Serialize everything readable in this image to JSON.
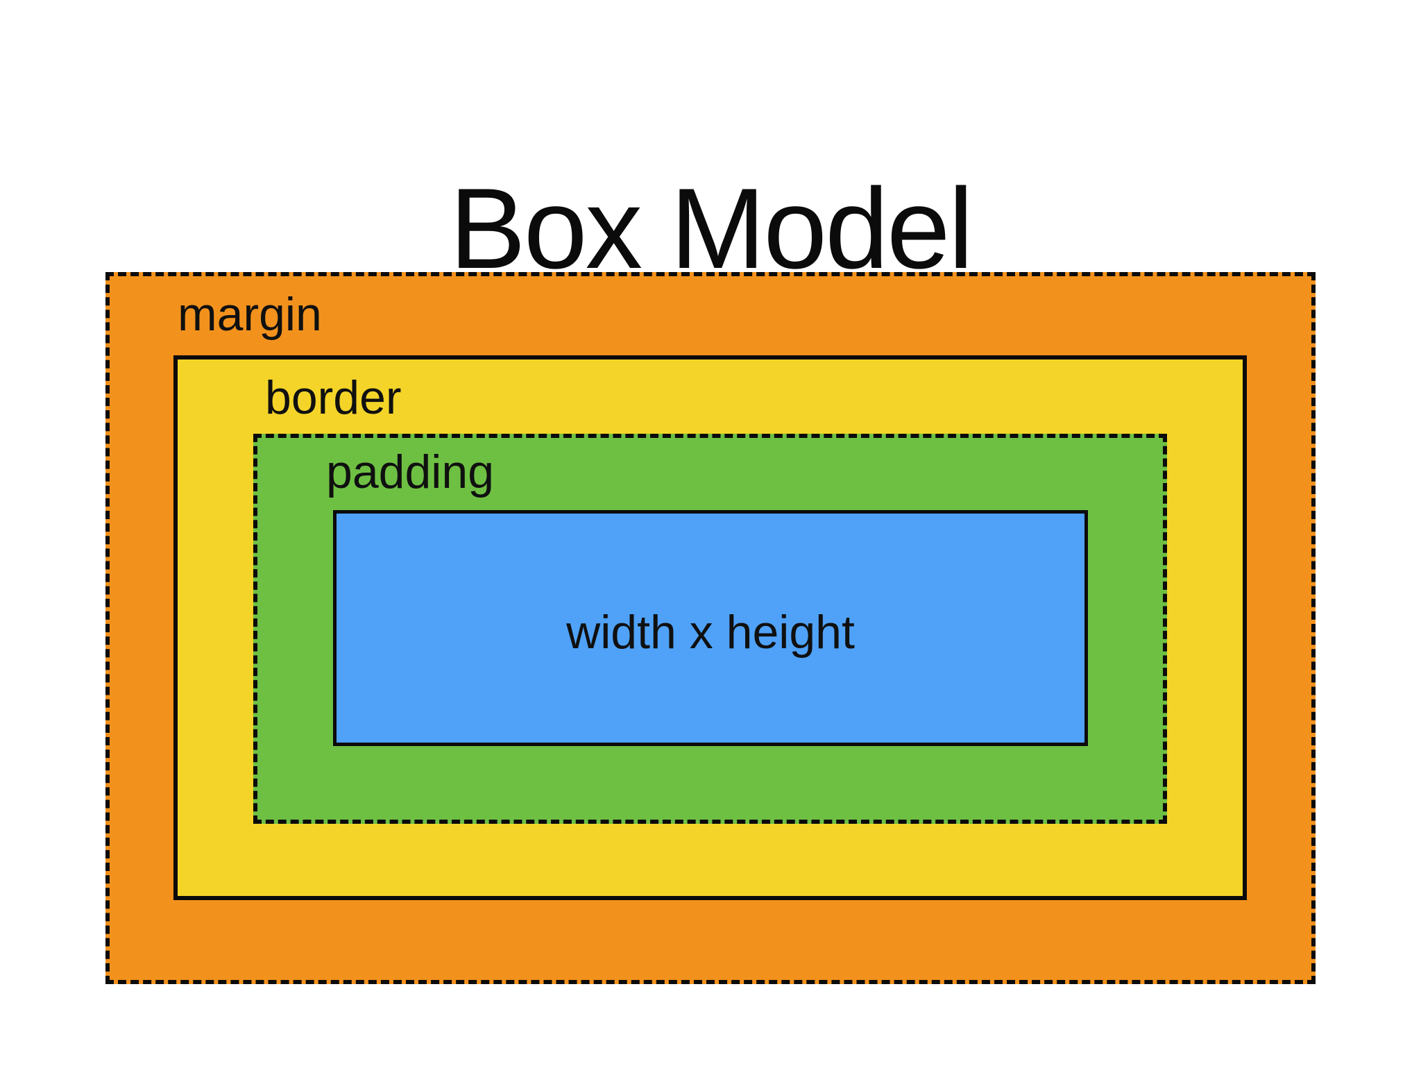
{
  "title": "Box Model",
  "diagram": {
    "margin": {
      "label": "margin",
      "color": "#F2921D"
    },
    "border": {
      "label": "border",
      "color": "#F4D428"
    },
    "padding": {
      "label": "padding",
      "color": "#6EC043"
    },
    "content": {
      "label": "width x height",
      "color": "#4FA2F8"
    }
  },
  "colors": {
    "ink": "#0B0B0B",
    "background": "#FFFFFF"
  }
}
